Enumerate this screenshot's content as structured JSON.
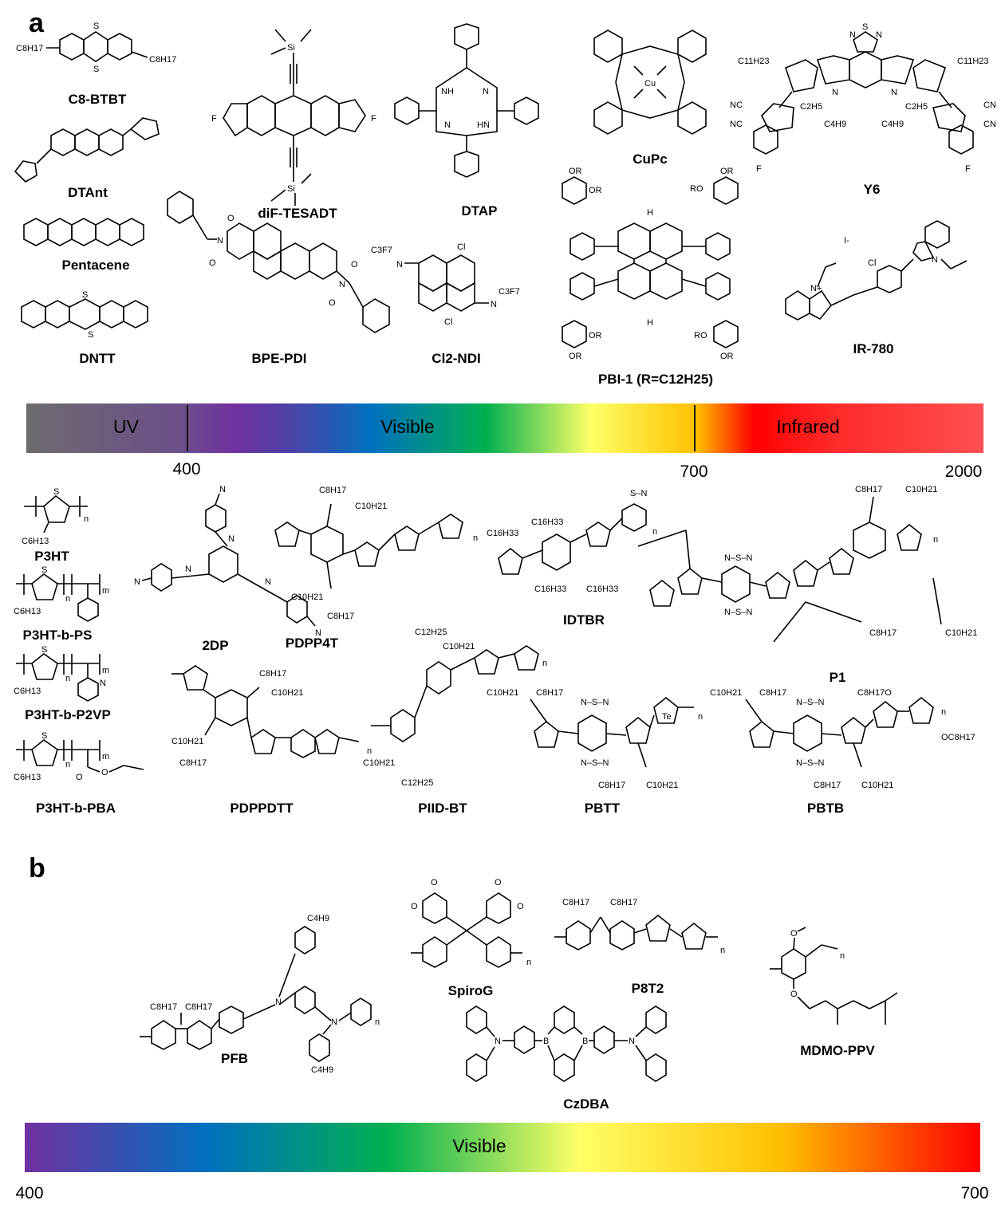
{
  "panels": {
    "a": {
      "letter": "a",
      "small_molecules": [
        {
          "name": "C8-BTBT",
          "substituents": [
            "C8H17",
            "C8H17"
          ]
        },
        {
          "name": "DTAnt"
        },
        {
          "name": "Pentacene"
        },
        {
          "name": "DNTT"
        },
        {
          "name": "diF-TESADT",
          "substituents": [
            "Si",
            "Si",
            "F",
            "F"
          ]
        },
        {
          "name": "BPE-PDI"
        },
        {
          "name": "DTAP",
          "substituents": [
            "NH",
            "HN",
            "N",
            "N"
          ]
        },
        {
          "name": "Cl2-NDI",
          "substituents": [
            "C3F7",
            "C3F7",
            "Cl",
            "Cl"
          ]
        },
        {
          "name": "CuPc",
          "substituents": [
            "Cu"
          ]
        },
        {
          "name": "PBI-1 (R=C12H25)",
          "substituents": [
            "OR",
            "RO",
            "H"
          ]
        },
        {
          "name": "Y6",
          "substituents": [
            "C11H23",
            "C11H23",
            "NC",
            "CN",
            "C2H5",
            "C4H9",
            "F"
          ]
        },
        {
          "name": "IR-780",
          "substituents": [
            "I-",
            "Cl",
            "N+"
          ]
        }
      ],
      "spectrum": {
        "regions": [
          "UV",
          "Visible",
          "Infrared"
        ],
        "ticks": [
          "400",
          "700",
          "2000"
        ],
        "colors": [
          "#6e6a6e",
          "#6b3fa0",
          "#7030a0",
          "#0070c0",
          "#00b050",
          "#ffff66",
          "#ffc000",
          "#ff0000",
          "#ff5050"
        ]
      },
      "polymers": [
        {
          "name": "P3HT",
          "substituents": [
            "C6H13",
            "n"
          ]
        },
        {
          "name": "P3HT-b-PS",
          "substituents": [
            "C6H13",
            "n",
            "m"
          ]
        },
        {
          "name": "P3HT-b-P2VP",
          "substituents": [
            "C6H13",
            "n",
            "m"
          ]
        },
        {
          "name": "P3HT-b-PBA",
          "substituents": [
            "C6H13",
            "n",
            "m"
          ]
        },
        {
          "name": "2DP"
        },
        {
          "name": "PDPPDTT",
          "substituents": [
            "C8H17",
            "C10H21",
            "n"
          ]
        },
        {
          "name": "PDPP4T",
          "substituents": [
            "C8H17",
            "C10H21",
            "n"
          ]
        },
        {
          "name": "PIID-BT",
          "substituents": [
            "C12H25",
            "C10H21",
            "n"
          ]
        },
        {
          "name": "IDTBR",
          "substituents": [
            "C16H33",
            "n"
          ]
        },
        {
          "name": "P1",
          "substituents": [
            "C8H17",
            "C10H21",
            "n"
          ]
        },
        {
          "name": "PBTT",
          "substituents": [
            "C10H21",
            "C8H17",
            "Te",
            "n"
          ]
        },
        {
          "name": "PBTB",
          "substituents": [
            "C10H21",
            "C8H17",
            "C8H17O",
            "OC8H17",
            "n"
          ]
        }
      ]
    },
    "b": {
      "letter": "b",
      "molecules": [
        {
          "name": "PFB",
          "substituents": [
            "C8H17",
            "C8H17",
            "C4H9",
            "C4H9",
            "n"
          ]
        },
        {
          "name": "SpiroG",
          "substituents": [
            "n"
          ]
        },
        {
          "name": "P8T2",
          "substituents": [
            "C8H17",
            "C8H17",
            "n"
          ]
        },
        {
          "name": "CzDBA",
          "substituents": [
            "B",
            "B",
            "N",
            "N"
          ]
        },
        {
          "name": "MDMO-PPV",
          "substituents": [
            "n"
          ]
        }
      ],
      "spectrum": {
        "regions": [
          "Visible"
        ],
        "ticks": [
          "400",
          "700"
        ],
        "colors": [
          "#7030a0",
          "#0070c0",
          "#00b050",
          "#ffff66",
          "#ffc000",
          "#ff0000"
        ]
      }
    }
  }
}
